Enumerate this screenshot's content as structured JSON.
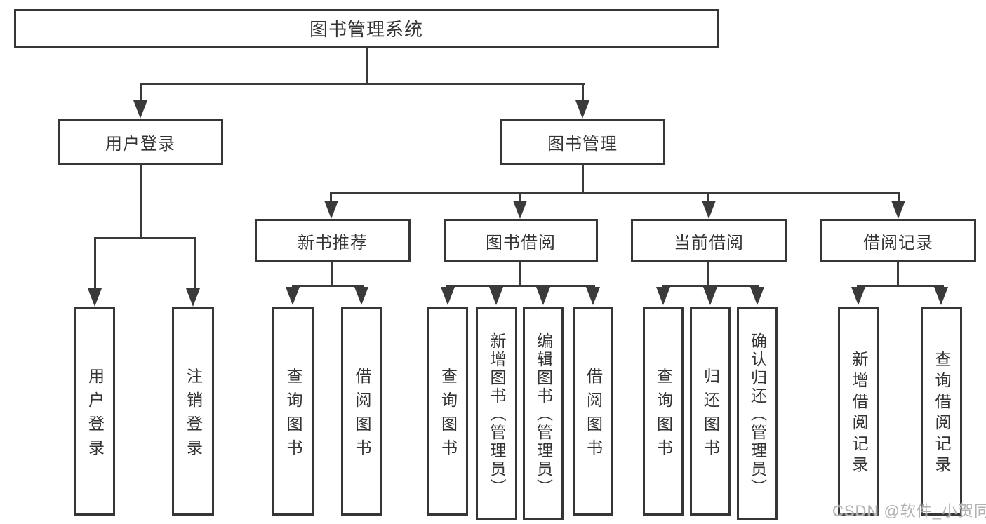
{
  "tree": {
    "label": "图书管理系统",
    "children": [
      {
        "label": "用户登录",
        "children": [
          {
            "label": "用户登录"
          },
          {
            "label": "注销登录"
          }
        ]
      },
      {
        "label": "图书管理",
        "children": [
          {
            "label": "新书推荐",
            "children": [
              {
                "label": "查询图书"
              },
              {
                "label": "借阅图书"
              }
            ]
          },
          {
            "label": "图书借阅",
            "children": [
              {
                "label": "查询图书"
              },
              {
                "label": "新增图书（管理员）"
              },
              {
                "label": "编辑图书（管理员）"
              },
              {
                "label": "借阅图书"
              }
            ]
          },
          {
            "label": "当前借阅",
            "children": [
              {
                "label": "查询图书"
              },
              {
                "label": "归还图书"
              },
              {
                "label": "确认归还（管理员）"
              }
            ]
          },
          {
            "label": "借阅记录",
            "children": [
              {
                "label": "新增借阅记录"
              },
              {
                "label": "查询借阅记录"
              }
            ]
          }
        ]
      }
    ]
  },
  "watermark": "CSDN @软件_小贺同学",
  "colors": {
    "line": "#3a3a3a",
    "box_border": "#363636",
    "text": "#333333",
    "background": "#ffffff",
    "watermark": "#b2b2b2"
  }
}
